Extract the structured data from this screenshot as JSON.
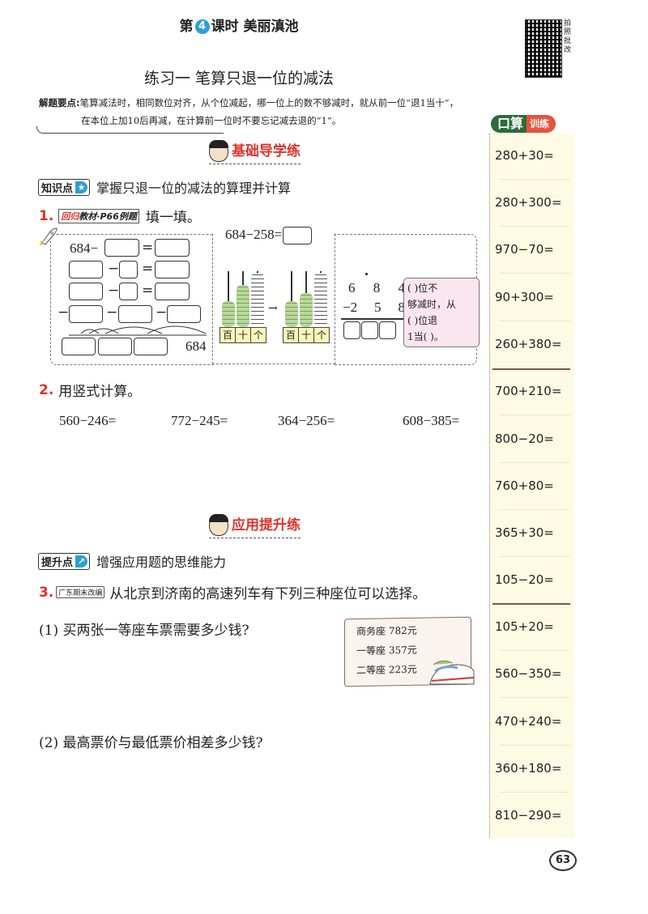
{
  "header": {
    "lesson_prefix": "第",
    "lesson_number": "4",
    "lesson_suffix": "课时  美丽滇池",
    "exercise_title": "练习一  笔算只退一位的减法",
    "qr_label": "拍照批改"
  },
  "tips": {
    "label": "解题要点:",
    "line1": "笔算减法时，相同数位对齐，从个位减起，哪一位上的数不够减时，就从前一位“退1当十”，",
    "line2": "在本位上加10后再减，在计算前一位时不要忘记减去退的“1”。"
  },
  "section1": {
    "title_black": "基础",
    "title_red": "导学练",
    "kp_badge": "知识点",
    "kp_icon": "★",
    "kp_text": "掌握只退一位的减法的算理并计算"
  },
  "q1": {
    "num": "1.",
    "tag_red": "回归",
    "tag_text": "教材·P66例题",
    "text": "填一填。",
    "left": {
      "start": "684−",
      "op_minus": "−",
      "op_eq": "=",
      "end_number": "684"
    },
    "middle": {
      "equation": "684−258=",
      "labels": [
        "百",
        "十",
        "个"
      ]
    },
    "right": {
      "top": [
        "6",
        "8",
        "4"
      ],
      "bottom": [
        "−2",
        "5",
        "8"
      ],
      "callout": [
        "(      )位不",
        "够减时，从",
        "(      )位退",
        "1当(      )。"
      ]
    }
  },
  "q2": {
    "num": "2.",
    "text": "用竖式计算。",
    "problems": [
      "560−246=",
      "772−245=",
      "364−256=",
      "608−385="
    ]
  },
  "section2": {
    "title_black": "应用",
    "title_red": "提升练",
    "kp_badge": "提升点",
    "kp_icon": "↗",
    "kp_text": "增强应用题的思维能力"
  },
  "q3": {
    "num": "3.",
    "tag": "广东期末改编",
    "text": "从北京到济南的高速列车有下列三种座位可以选择。",
    "sub1": "(1) 买两张一等座车票需要多少钱?",
    "sub2": "(2) 最高票价与最低票价相差多少钱?",
    "prices": [
      "商务座 782元",
      "一等座 357元",
      "二等座 223元"
    ]
  },
  "mental_math": {
    "title_a": "口算",
    "title_b": "训练",
    "items": [
      "280+30=",
      "280+300=",
      "970−70=",
      "90+300=",
      "260+380=",
      "700+210=",
      "800−20=",
      "760+80=",
      "365+30=",
      "105−20=",
      "105+20=",
      "560−350=",
      "470+240=",
      "360+180=",
      "810−290="
    ]
  },
  "page_number": "63"
}
